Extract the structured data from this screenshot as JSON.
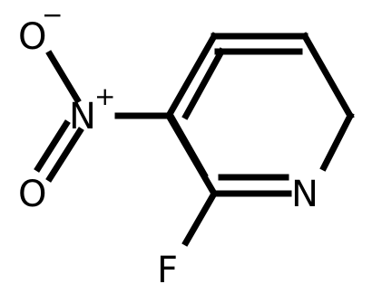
{
  "molecule": {
    "atoms": {
      "ring_nitrogen": "N",
      "fluorine": "F",
      "nitro_nitrogen": "N",
      "nitro_nitrogen_charge": "+",
      "nitro_oxygen_top": "O",
      "nitro_oxygen_top_charge": "−",
      "nitro_oxygen_bottom": "O"
    }
  }
}
